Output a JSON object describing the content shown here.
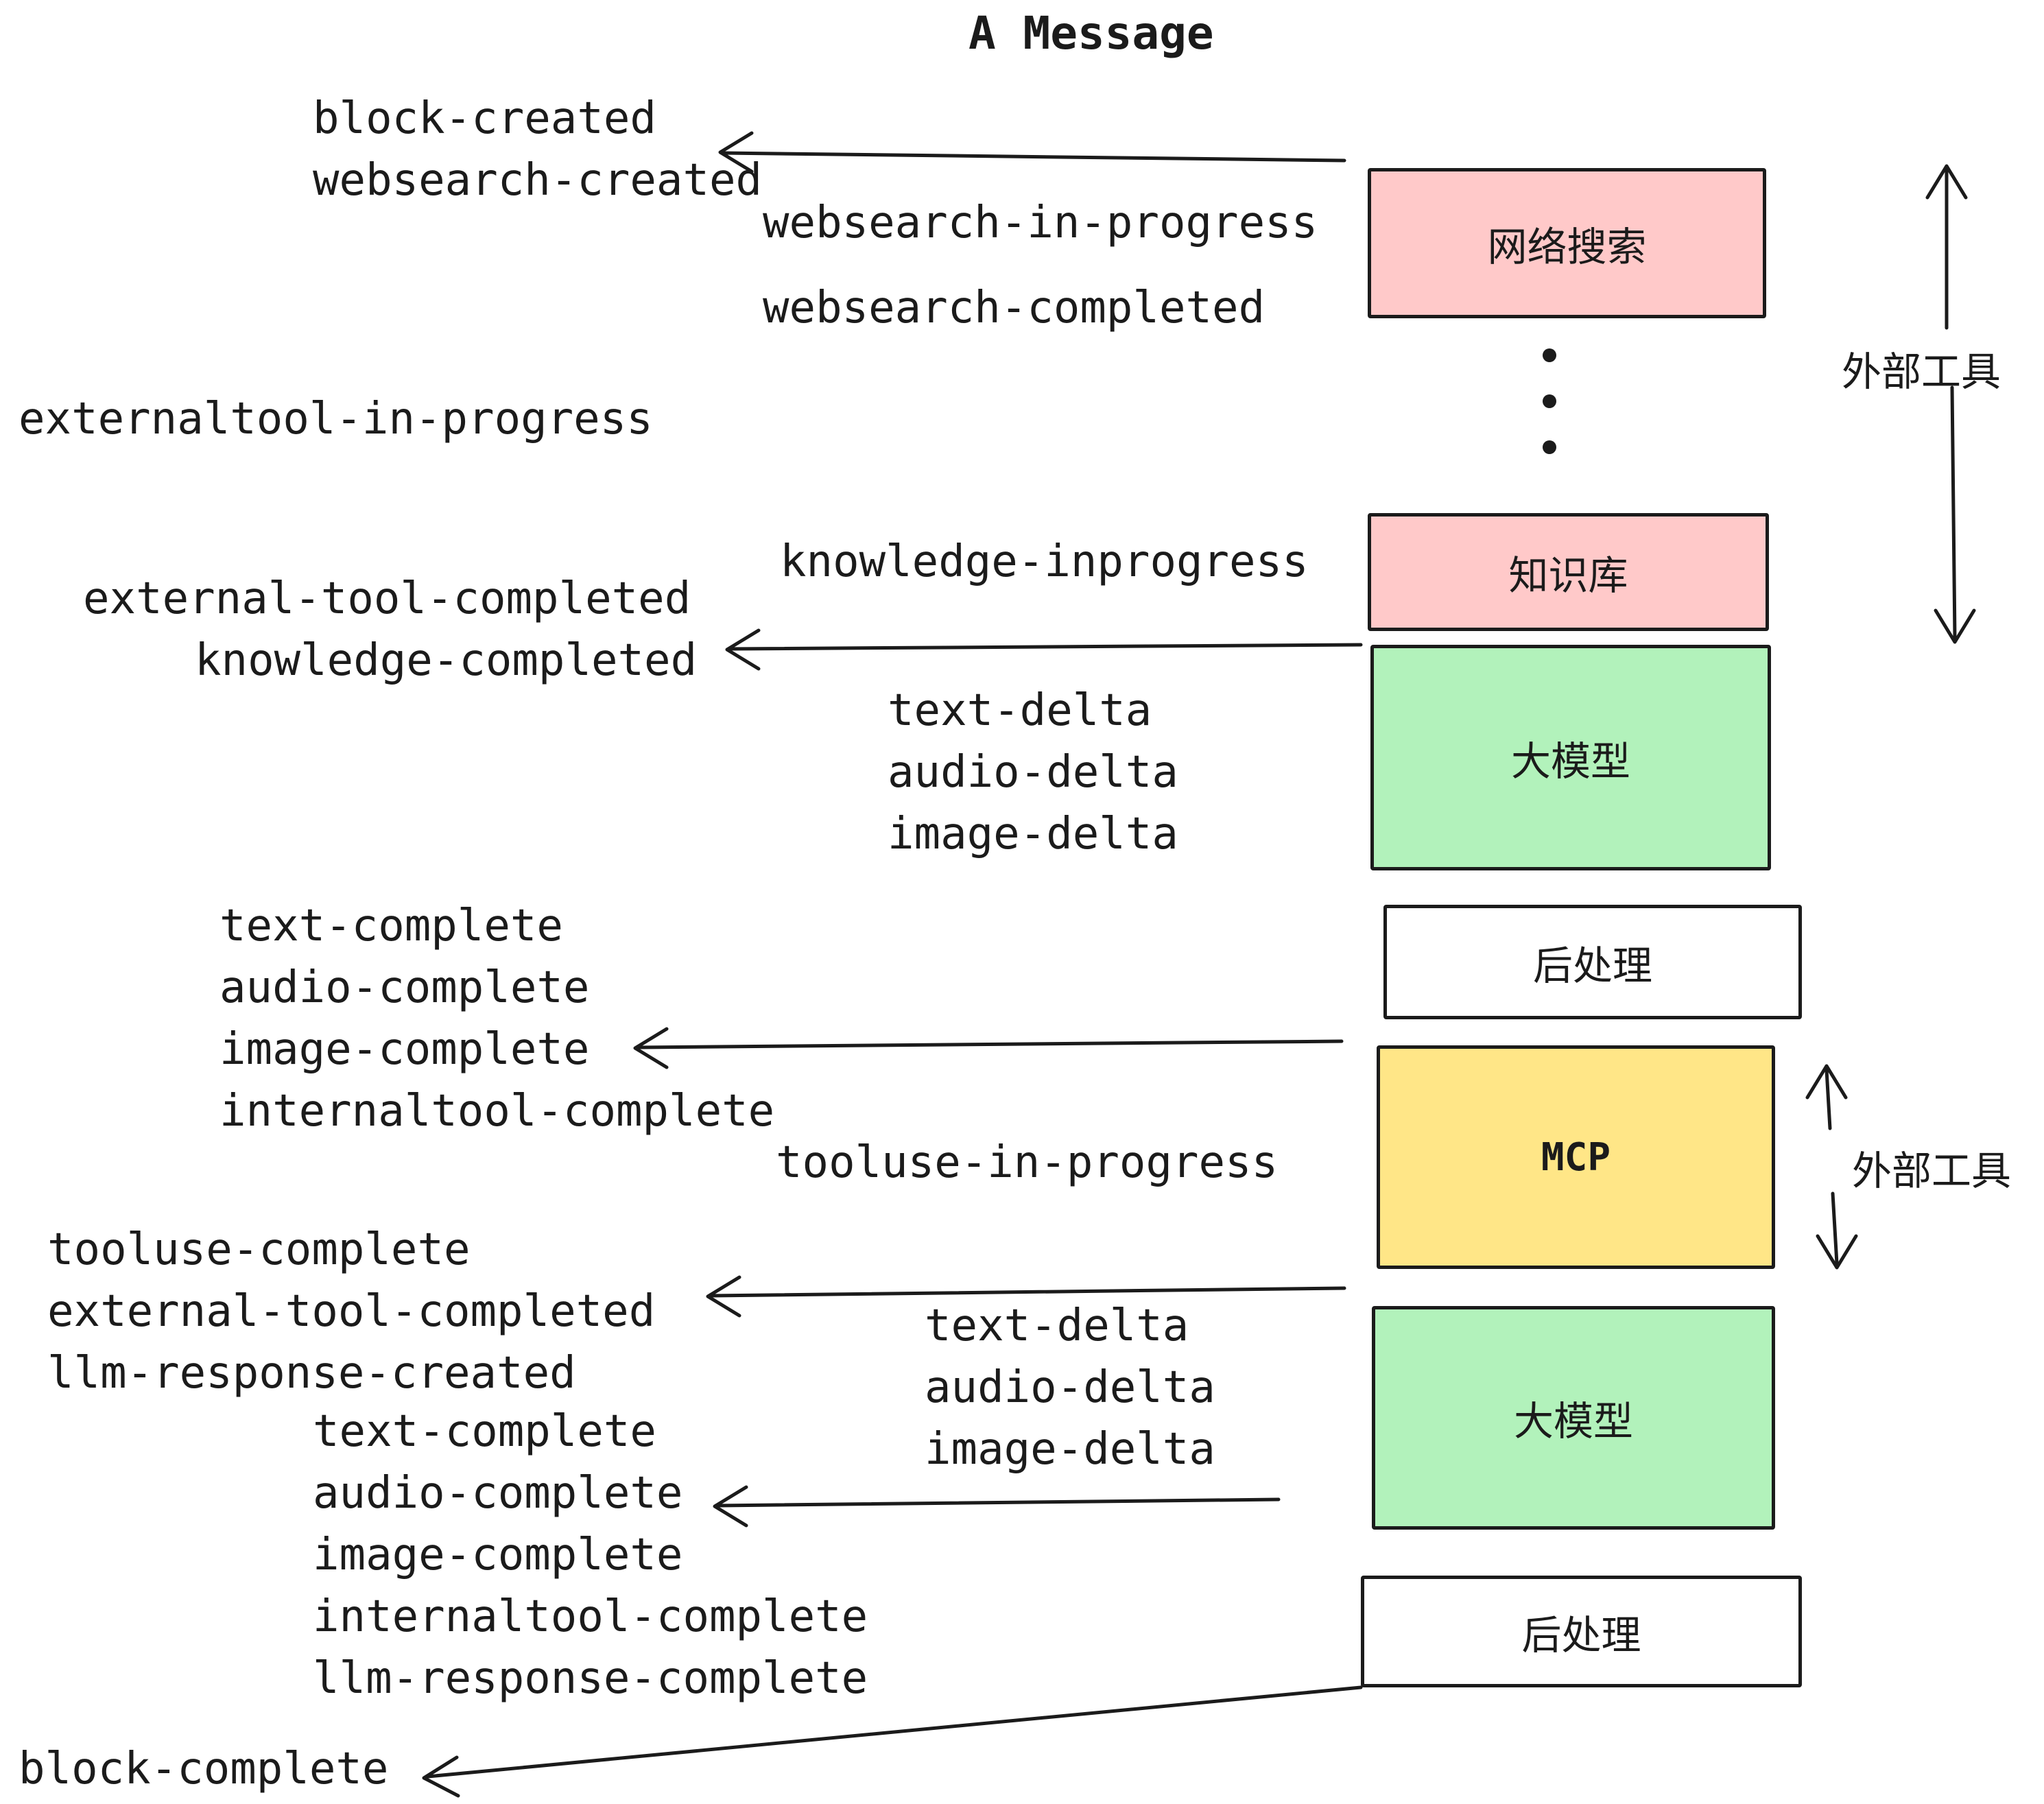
{
  "title": "A Message",
  "left_events": {
    "block_created": "block-created",
    "websearch_created": "websearch-created",
    "websearch_in_progress": "websearch-in-progress",
    "websearch_completed": "websearch-completed",
    "externaltool_in_progress": "externaltool-in-progress",
    "knowledge_inprogress": "knowledge-inprogress",
    "external_tool_completed": "external-tool-completed",
    "knowledge_completed": "knowledge-completed",
    "delta_group_top": [
      "text-delta",
      "audio-delta",
      "image-delta"
    ],
    "complete_group_top": [
      "text-complete",
      "audio-complete",
      "image-complete",
      "internaltool-complete"
    ],
    "tooluse_in_progress": "tooluse-in-progress",
    "tooluse_group": [
      "tooluse-complete",
      "external-tool-completed",
      "llm-response-created"
    ],
    "delta_group_bottom": [
      "text-delta",
      "audio-delta",
      "image-delta"
    ],
    "complete_group_bottom": [
      "text-complete",
      "audio-complete",
      "image-complete",
      "internaltool-complete",
      "llm-response-complete"
    ],
    "block_complete": "block-complete"
  },
  "boxes": {
    "websearch": {
      "label": "网络搜索",
      "fill": "#ffc9c9"
    },
    "knowledge": {
      "label": "知识库",
      "fill": "#ffc9c9"
    },
    "llm_top": {
      "label": "大模型",
      "fill": "#b2f2bb"
    },
    "post_top": {
      "label": "后处理",
      "fill": "#ffffff"
    },
    "mcp": {
      "label": "MCP",
      "fill": "#ffe687"
    },
    "llm_bottom": {
      "label": "大模型",
      "fill": "#b2f2bb"
    },
    "post_bottom": {
      "label": "后处理",
      "fill": "#ffffff"
    }
  },
  "side_labels": {
    "external_tools_top": "外部工具",
    "external_tools_mid": "外部工具"
  },
  "colors": {
    "line": "#1b1b1b",
    "pink": "#ffc9c9",
    "green": "#b2f2bb",
    "yellow": "#ffe687"
  }
}
